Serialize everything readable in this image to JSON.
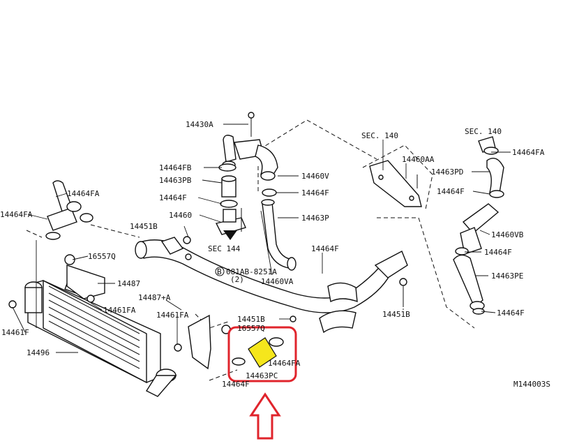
{
  "diagram_code": "M144003S",
  "labels": {
    "l_14430A": "14430A",
    "l_14464FB": "14464FB",
    "l_14463PB": "14463PB",
    "l_14464F_a": "14464F",
    "l_14460": "14460",
    "l_14451B_a": "14451B",
    "l_sec144": "SEC 144",
    "l_14460V": "14460V",
    "l_14464F_b": "14464F",
    "l_14463P": "14463P",
    "l_14464F_c": "14464F",
    "l_081AB": "081AB-8251A",
    "l_081AB_qty": "(2)",
    "l_14460VA": "14460VA",
    "l_sec140_mid": "SEC. 140",
    "l_14460AA": "14460AA",
    "l_sec140_right": "SEC. 140",
    "l_14464FA_r": "14464FA",
    "l_14463PD": "14463PD",
    "l_14464F_r1": "14464F",
    "l_14460VB": "14460VB",
    "l_14464F_r2": "14464F",
    "l_14463PE": "14463PE",
    "l_14464F_r3": "14464F",
    "l_14451B_b": "14451B",
    "l_14464FA_l1": "14464FA",
    "l_14464FA_l2": "14464FA",
    "l_16557Q": "16557Q",
    "l_14487": "14487",
    "l_14461FA_a": "14461FA",
    "l_14487A": "14487+A",
    "l_14461FA_b": "14461FA",
    "l_14461F": "14461F",
    "l_14496": "14496",
    "l_14451B_c": "14451B",
    "l_16557Q_b": "16557Q",
    "l_14464FA_hl": "14464FA",
    "l_14463PC": "14463PC",
    "l_14464F_hl": "14464F"
  },
  "highlight": {
    "part": "14463PC",
    "box_color": "#e0242c",
    "fill_color": "#f5e61c"
  }
}
